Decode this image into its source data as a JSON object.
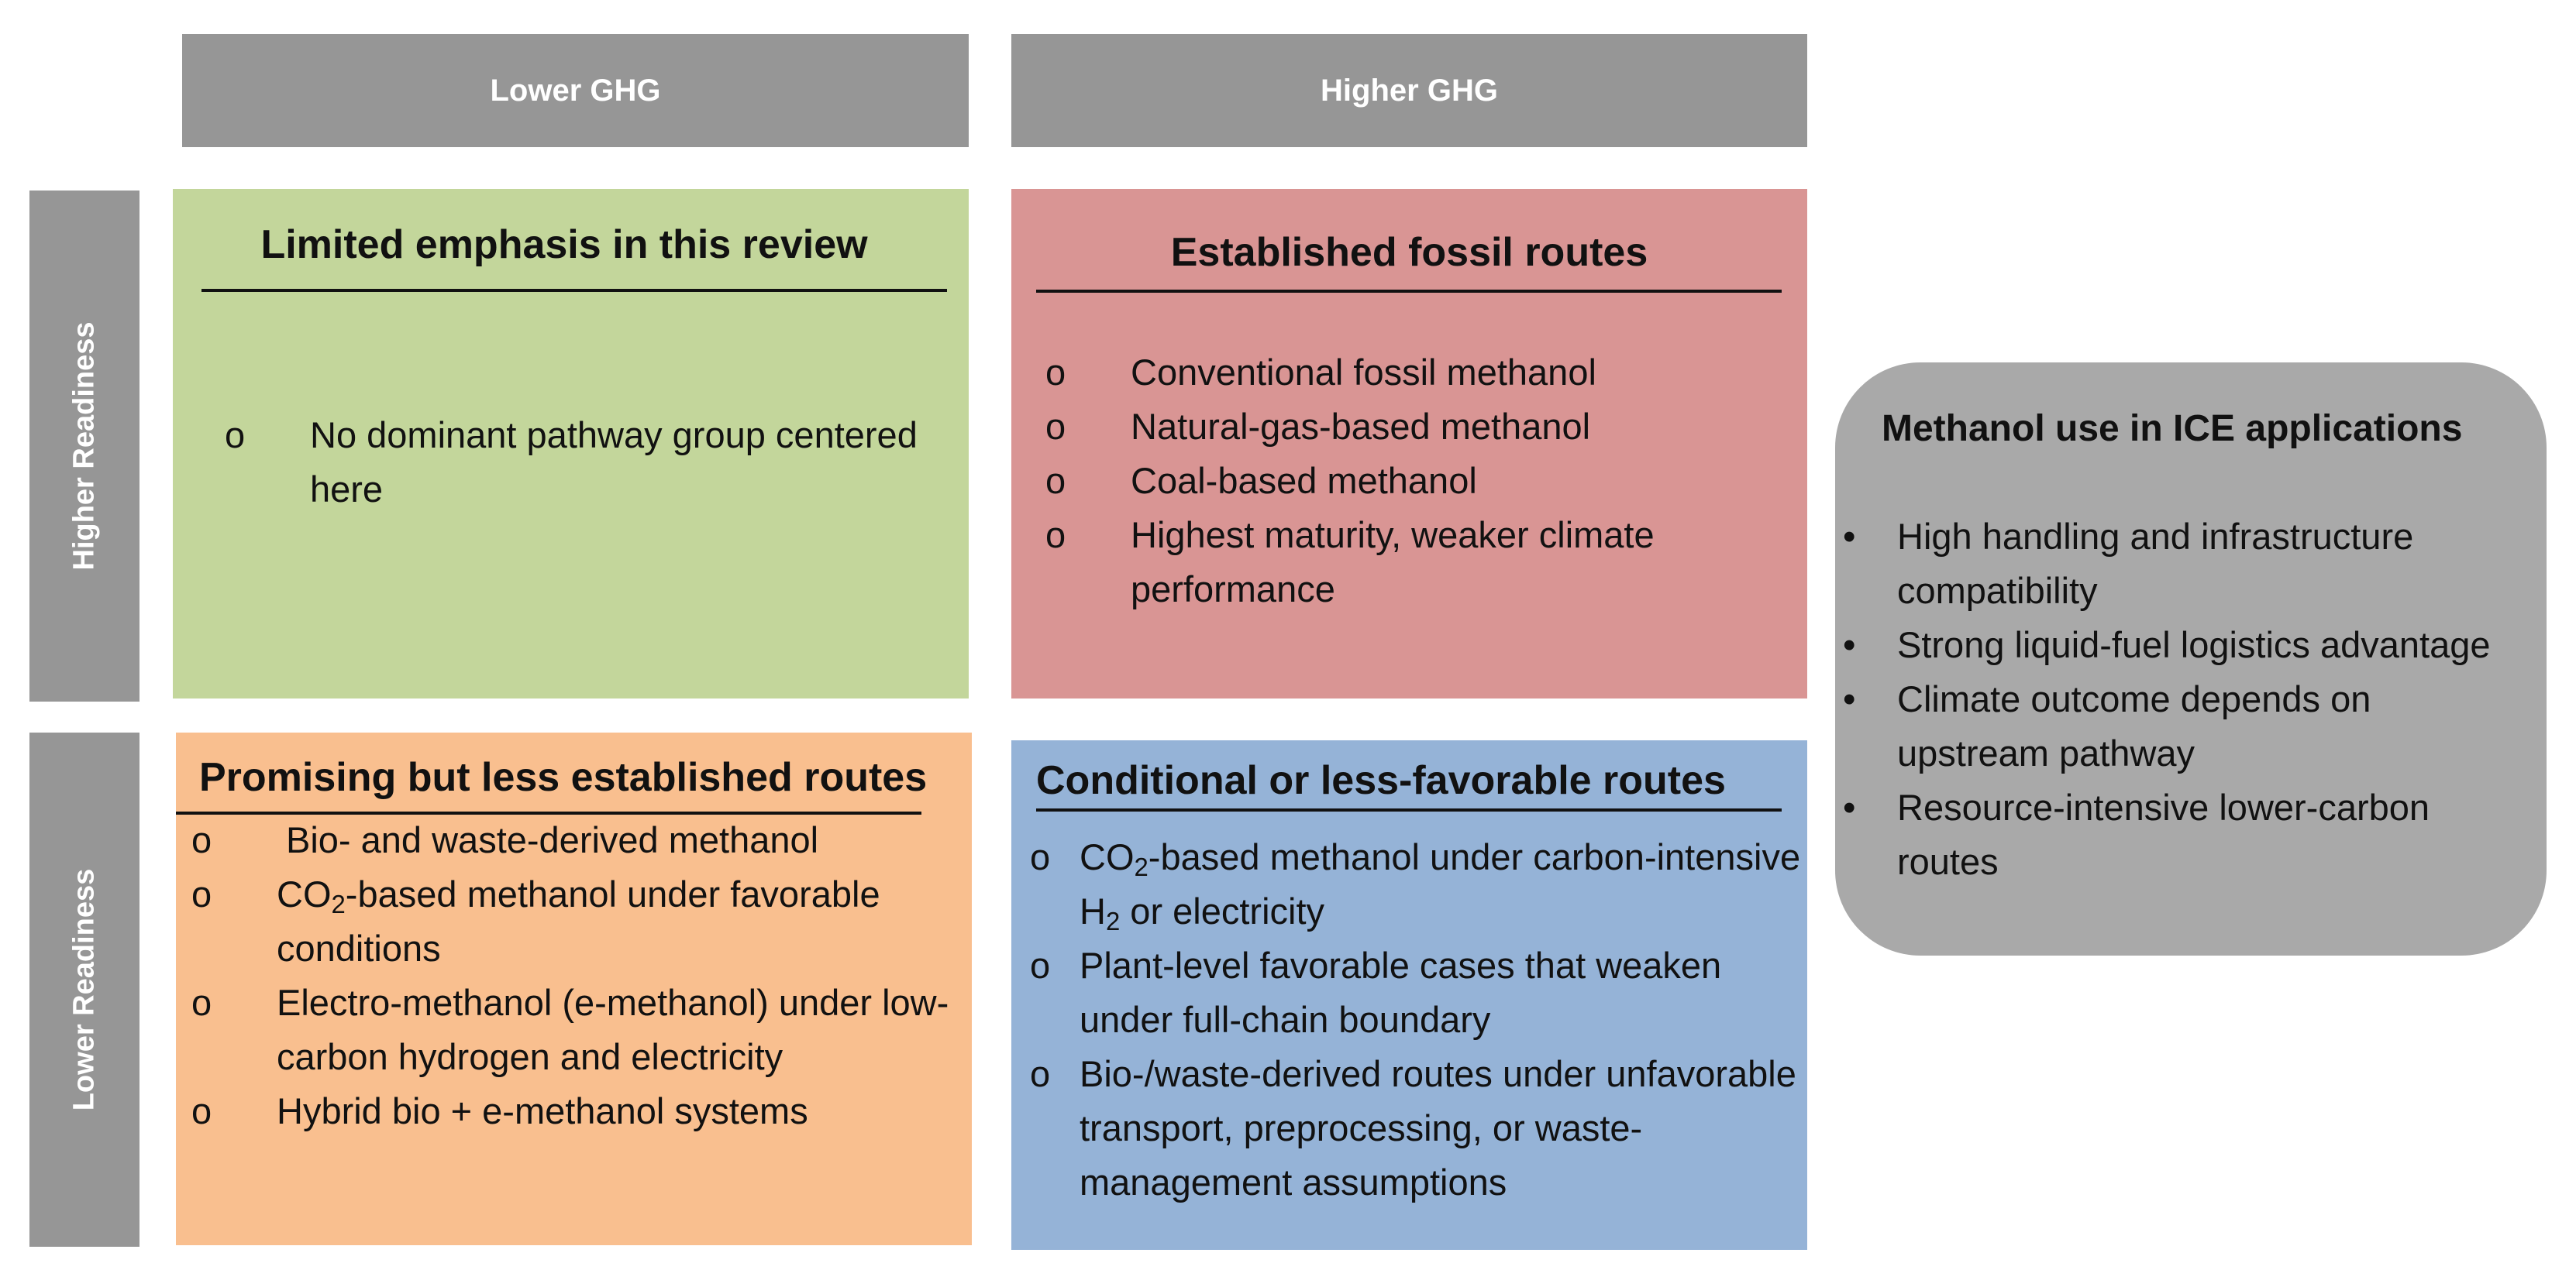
{
  "columns": {
    "left": "Lower GHG",
    "right": "Higher GHG"
  },
  "rows": {
    "top": "Higher Readiness",
    "bottom": "Lower Readiness"
  },
  "quadrants": {
    "top_left": {
      "title": "Limited emphasis in this review",
      "color": "#c3d69b",
      "items": [
        "No dominant pathway group centered here"
      ]
    },
    "top_right": {
      "title": "Established fossil routes",
      "color": "#d99594",
      "items": [
        "Conventional fossil methanol",
        "Natural-gas-based methanol",
        "Coal-based methanol",
        "Highest maturity, weaker climate performance"
      ]
    },
    "bottom_left": {
      "title": "Promising but less established routes",
      "color": "#f9bf8f",
      "items": [
        "Bio- and waste-derived methanol",
        {
          "pre": "CO",
          "sub": "2",
          "post": "-based methanol under favorable conditions"
        },
        "Electro-methanol (e-methanol) under low-carbon hydrogen and electricity",
        "Hybrid bio + e-methanol systems"
      ]
    },
    "bottom_right": {
      "title": "Conditional or less-favorable routes",
      "color": "#95b3d7",
      "items": [
        {
          "pre": "CO",
          "sub": "2",
          "mid": "-based methanol under carbon-intensive H",
          "sub2": "2",
          "post": " or electricity"
        },
        "Plant-level favorable cases that weaken under full-chain boundary",
        "Bio-/waste-derived routes under unfavorable transport, preprocessing, or waste-management assumptions"
      ]
    }
  },
  "callout": {
    "title": "Methanol use in ICE applications",
    "color": "#a9a9a9",
    "items": [
      "High handling and infrastructure compatibility",
      "Strong liquid-fuel logistics advantage",
      "Climate outcome depends on upstream pathway",
      "Resource-intensive lower-carbon routes"
    ]
  },
  "markers": {
    "circle": "o",
    "bullet": "•"
  }
}
